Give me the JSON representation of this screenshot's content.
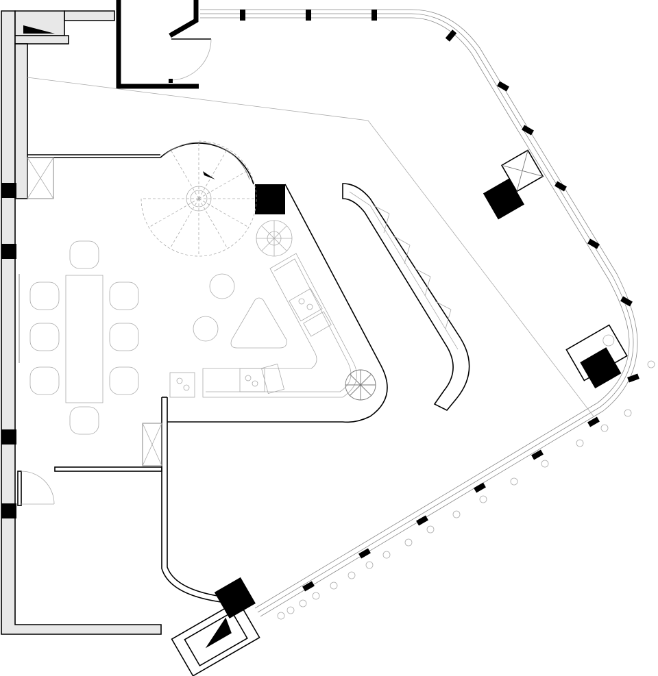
{
  "drawing": {
    "colors": {
      "wall": "#000000",
      "wall_fill": "#e8e8e8",
      "furniture_line": "#aaaaaa",
      "glazing_line": "#888888",
      "background": "#ffffff"
    },
    "labels": [],
    "elements": [
      "exterior-wall-west",
      "curved-glazed-facade",
      "spiral-staircase",
      "dining-table",
      "dining-chairs",
      "corner-sofa",
      "curved-bench",
      "structural-columns",
      "potted-plants",
      "entry-door",
      "partition-walls"
    ]
  }
}
